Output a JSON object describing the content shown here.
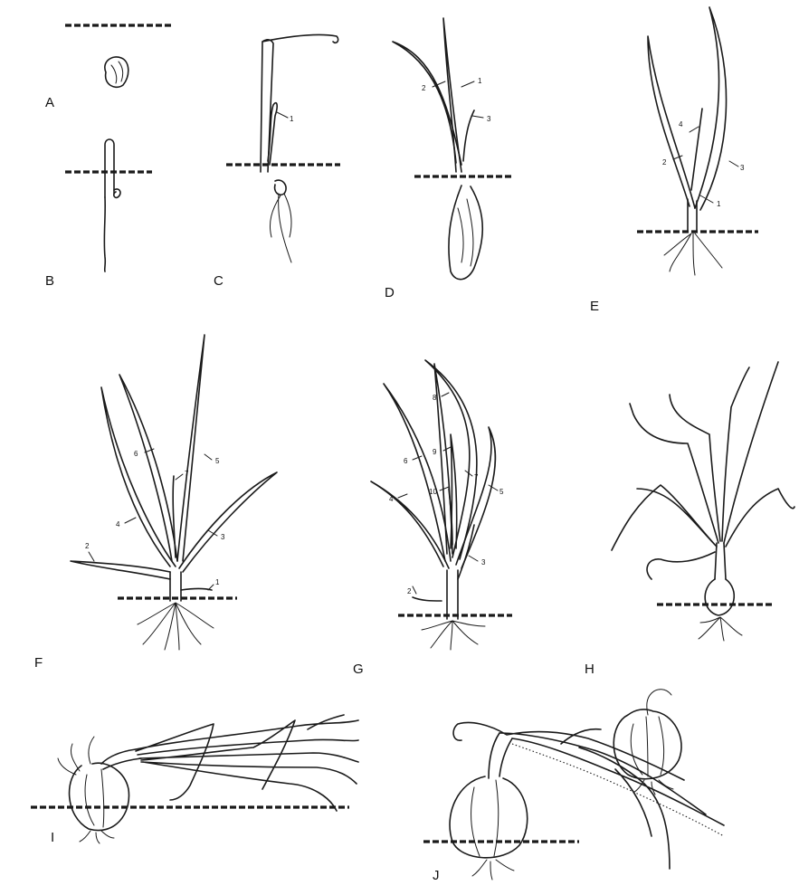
{
  "panels": [
    {
      "id": "A",
      "label": "A",
      "leaf_numbers": []
    },
    {
      "id": "B",
      "label": "B",
      "leaf_numbers": []
    },
    {
      "id": "C",
      "label": "C",
      "leaf_numbers": [
        "1"
      ]
    },
    {
      "id": "D",
      "label": "D",
      "leaf_numbers": [
        "2",
        "1",
        "3"
      ]
    },
    {
      "id": "E",
      "label": "E",
      "leaf_numbers": [
        "4",
        "2",
        "3",
        "1"
      ]
    },
    {
      "id": "F",
      "label": "F",
      "leaf_numbers": [
        "6",
        "5",
        "7",
        "4",
        "3",
        "2",
        "1"
      ]
    },
    {
      "id": "G",
      "label": "G",
      "leaf_numbers": [
        "8",
        "6",
        "9",
        "7",
        "10",
        "5",
        "4",
        "3",
        "2"
      ]
    },
    {
      "id": "H",
      "label": "H",
      "leaf_numbers": []
    },
    {
      "id": "I",
      "label": "I",
      "leaf_numbers": []
    },
    {
      "id": "J",
      "label": "J",
      "leaf_numbers": []
    }
  ],
  "colors": {
    "ink": "#1a1a1a",
    "paper": "#ffffff"
  }
}
